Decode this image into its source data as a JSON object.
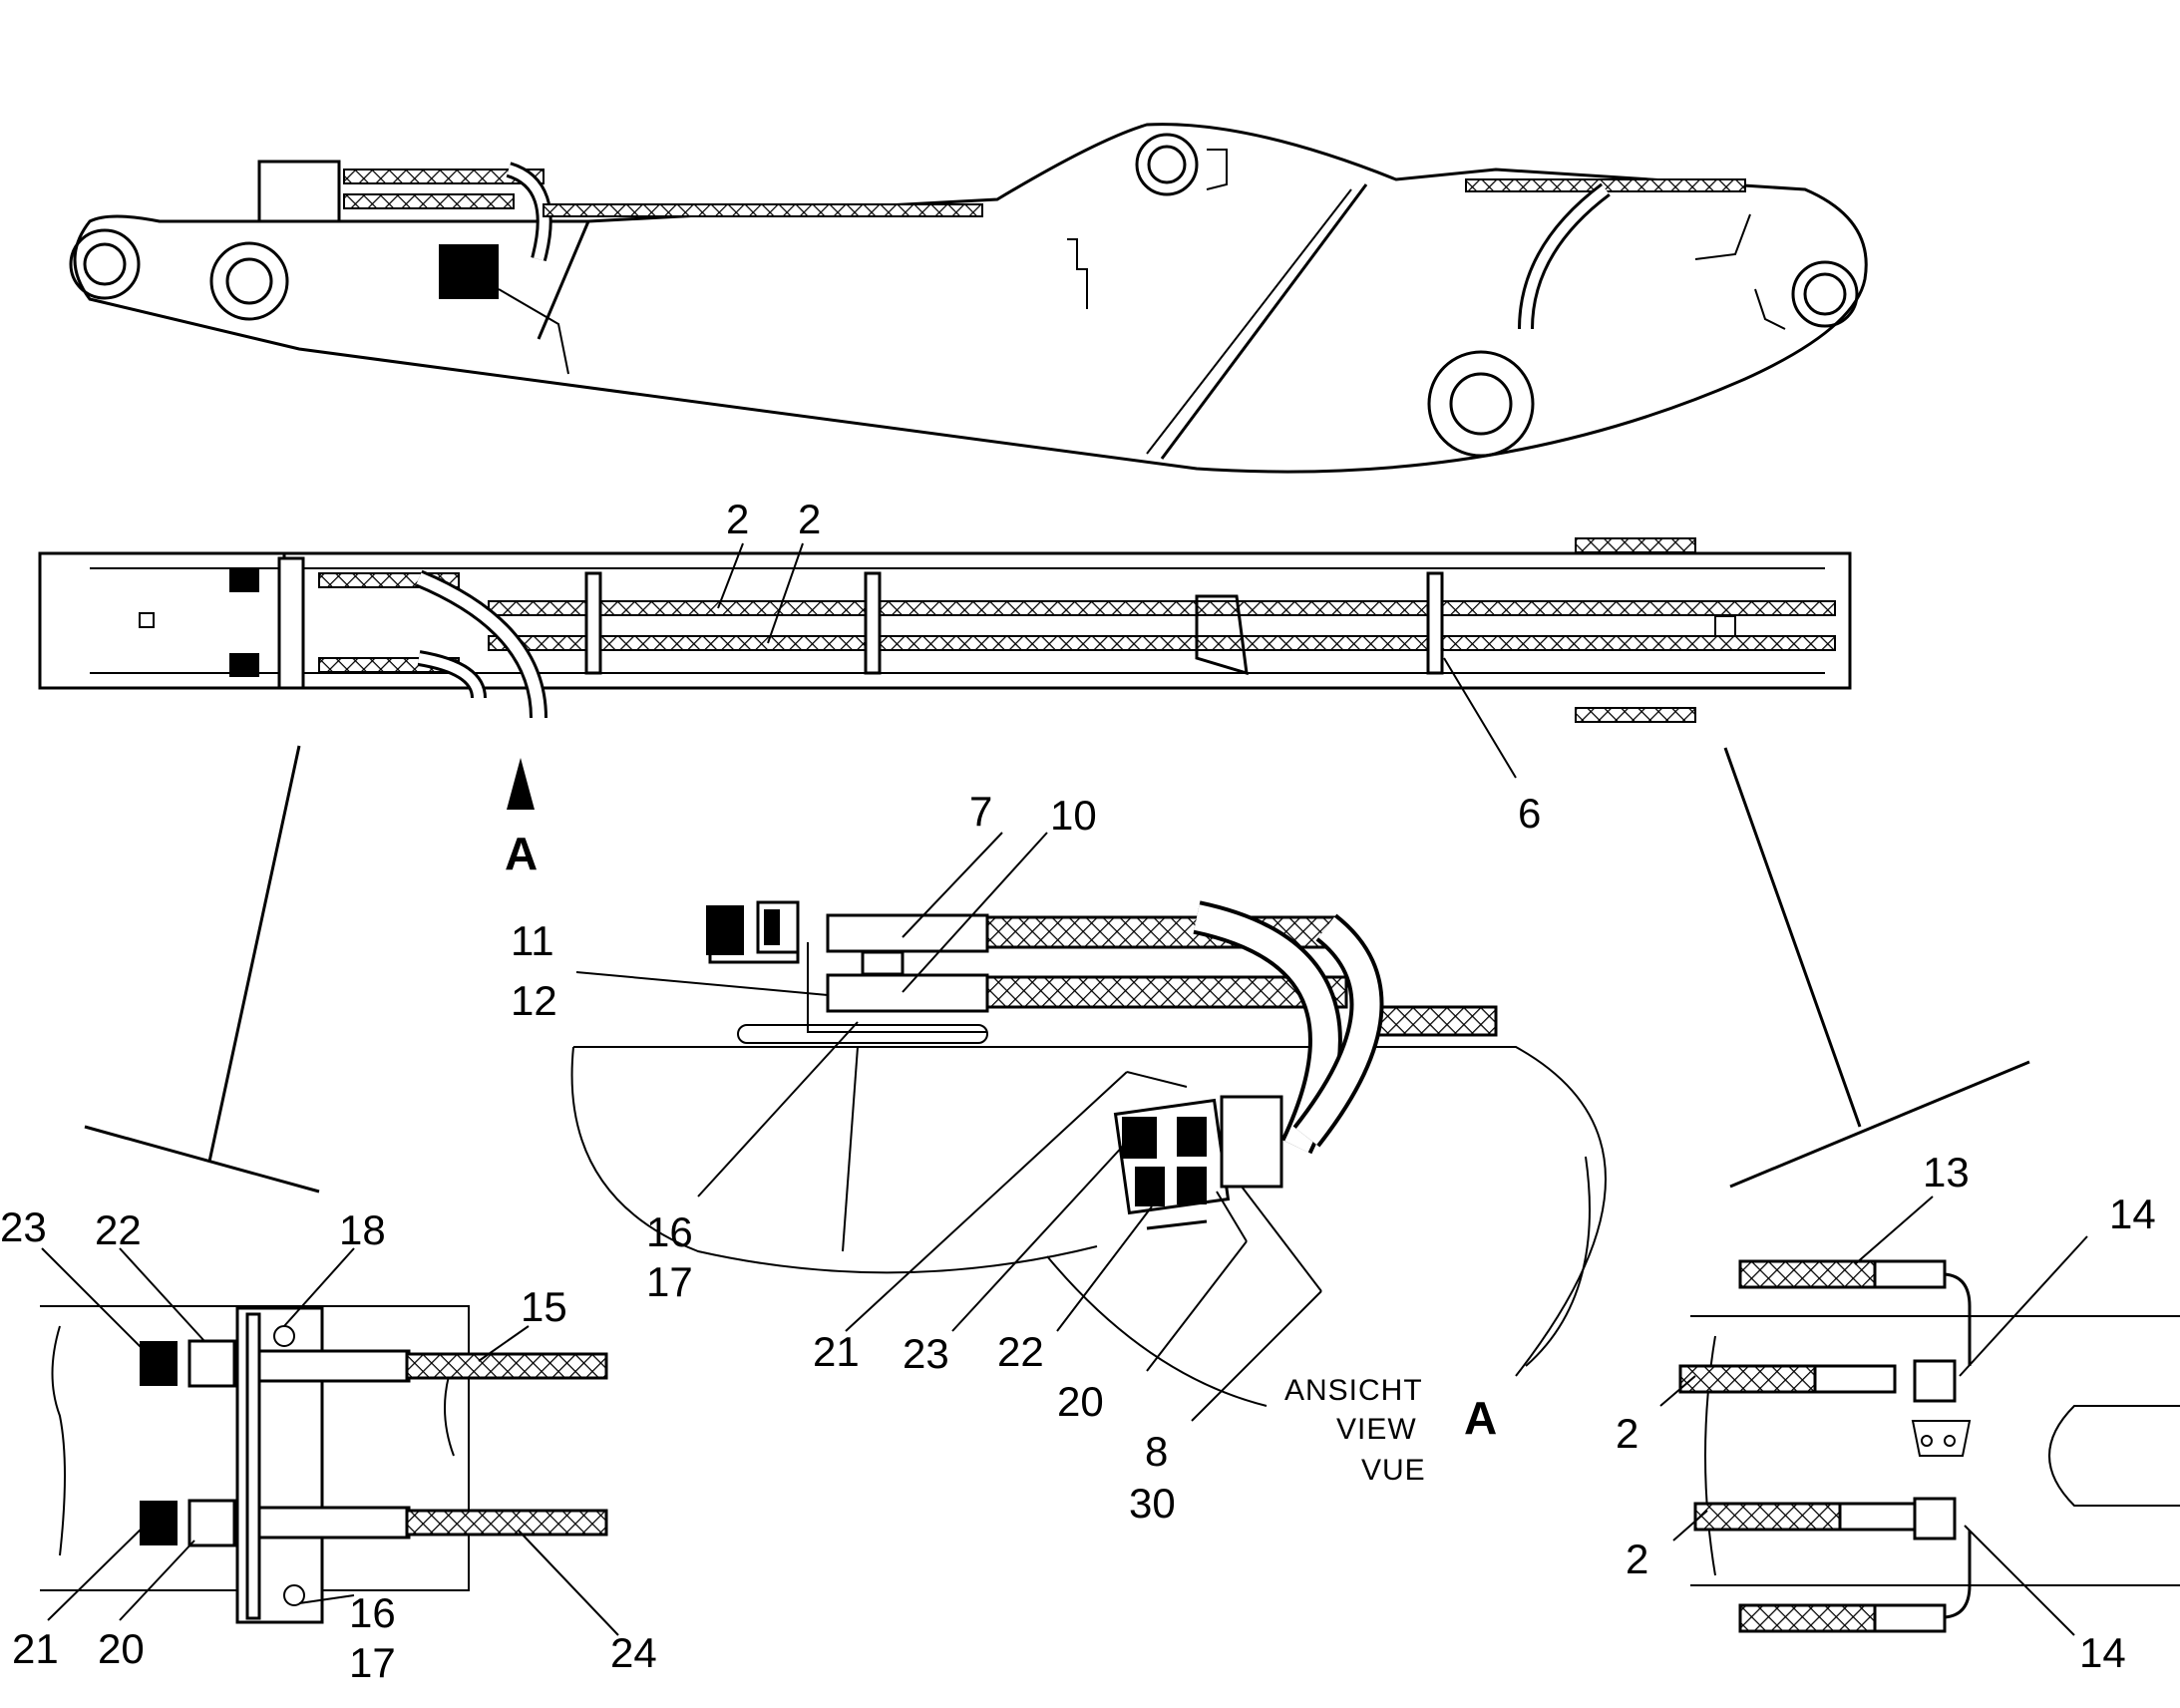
{
  "diagram": {
    "view_label": [
      "ANSICHT",
      "VIEW",
      "VUE"
    ],
    "view_letter": "A",
    "arrow_letter": "A",
    "callouts": {
      "top_2a": "2",
      "top_2b": "2",
      "top_6": "6",
      "c_7": "7",
      "c_10": "10",
      "c_11": "11",
      "c_12": "12",
      "c_16": "16",
      "c_17": "17",
      "c_21": "21",
      "c_23": "23",
      "c_22": "22",
      "c_20": "20",
      "c_8": "8",
      "c_30": "30",
      "l_23": "23",
      "l_22": "22",
      "l_18": "18",
      "l_15": "15",
      "l_21": "21",
      "l_20": "20",
      "l_16": "16",
      "l_17": "17",
      "l_24": "24",
      "r_13": "13",
      "r_14a": "14",
      "r_2a": "2",
      "r_2b": "2",
      "r_14b": "14"
    }
  }
}
